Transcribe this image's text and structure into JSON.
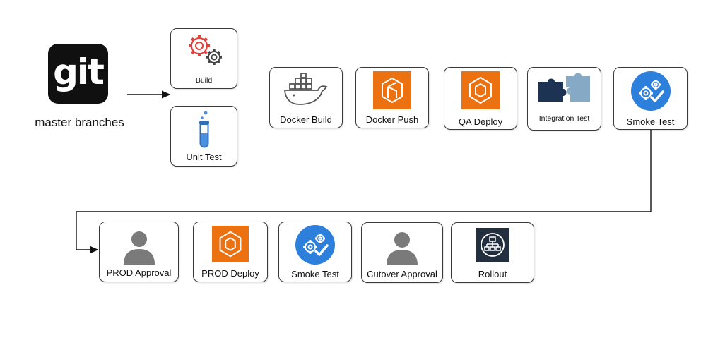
{
  "source": {
    "logo_text": "git",
    "caption": "master branches"
  },
  "stages": {
    "build": "Build",
    "unit_test": "Unit Test",
    "docker_build": "Docker Build",
    "docker_push": "Docker Push",
    "qa_deploy": "QA Deploy",
    "integration_test": "Integration Test",
    "smoke_test_qa": "Smoke Test",
    "prod_approval": "PROD Approval",
    "prod_deploy": "PROD Deploy",
    "smoke_test_prod": "Smoke Test",
    "cutover_approval": "Cutover Approval",
    "rollout": "Rollout"
  },
  "icons": {
    "build": "gears-icon",
    "unit_test": "test-tube-icon",
    "docker_build": "docker-whale-icon",
    "docker_push": "aws-orange-cube-icon",
    "qa_deploy": "aws-orange-hexagon-icon",
    "integration_test": "puzzle-pieces-icon",
    "smoke_test": "blue-gear-check-icon",
    "approval": "person-icon",
    "rollout": "network-tree-icon"
  },
  "colors": {
    "aws_orange": "#ec7211",
    "smoke_blue": "#2d7fdc",
    "person_gray": "#7a7a7a",
    "docker_gray": "#555555",
    "puzzle_navy": "#1c3353",
    "puzzle_light": "#86a9c6",
    "rollout_dark": "#232f3e",
    "gear_red": "#e0413b"
  }
}
